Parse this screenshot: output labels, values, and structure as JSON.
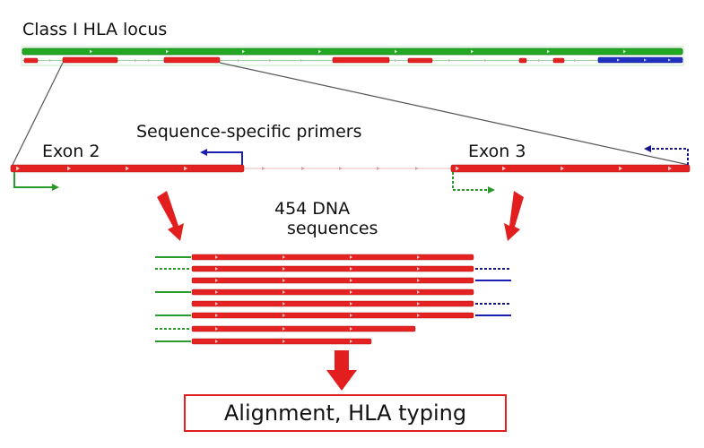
{
  "title": "Class I HLA locus",
  "exon2_label": "Exon 2",
  "exon3_label": "Exon 3",
  "primers_label": "Sequence-specific primers",
  "sequences_label_line1": "454 DNA",
  "sequences_label_line2": "sequences",
  "result_label": "Alignment, HLA typing",
  "colors": {
    "exon": "#e52222",
    "green": "#2a9a2a",
    "blue": "#1a1fb0",
    "navy": "#16168a",
    "arrow": "#e21e1e",
    "intron": "#e8b9b9"
  }
}
